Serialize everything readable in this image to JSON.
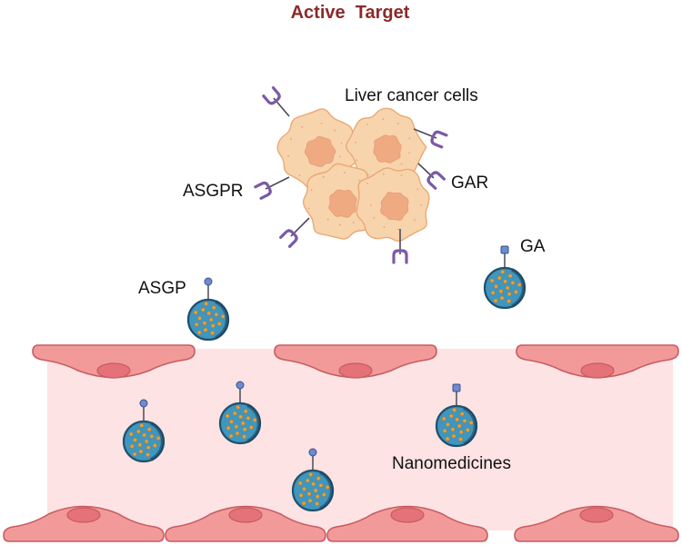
{
  "title": "Active  Target",
  "labels": {
    "liver_cells": "Liver cancer cells",
    "asgpr": "ASGPR",
    "gar": "GAR",
    "ga": "GA",
    "asgp": "ASGP",
    "nanomedicines": "Nanomedicines"
  },
  "colors": {
    "title": "#8b2a2a",
    "vessel_interior": "#fde3e3",
    "endothelial_fill": "#f29a9a",
    "endothelial_stroke": "#c65c62",
    "nucleus_fill": "#e47278",
    "cell_fill": "#f8d4ad",
    "cell_stroke": "#e9a976",
    "cell_nucleus": "#f0aa82",
    "receptor": "#7b5aa6",
    "nano_fill": "#3f96bf",
    "nano_stroke": "#21506d",
    "nano_dots": "#e5a13a",
    "ligand": "#6c8cd0"
  },
  "icons": [
    "endothelial-cell-icon",
    "cancer-cell-icon",
    "receptor-icon",
    "nanoparticle-icon",
    "ligand-icon"
  ]
}
